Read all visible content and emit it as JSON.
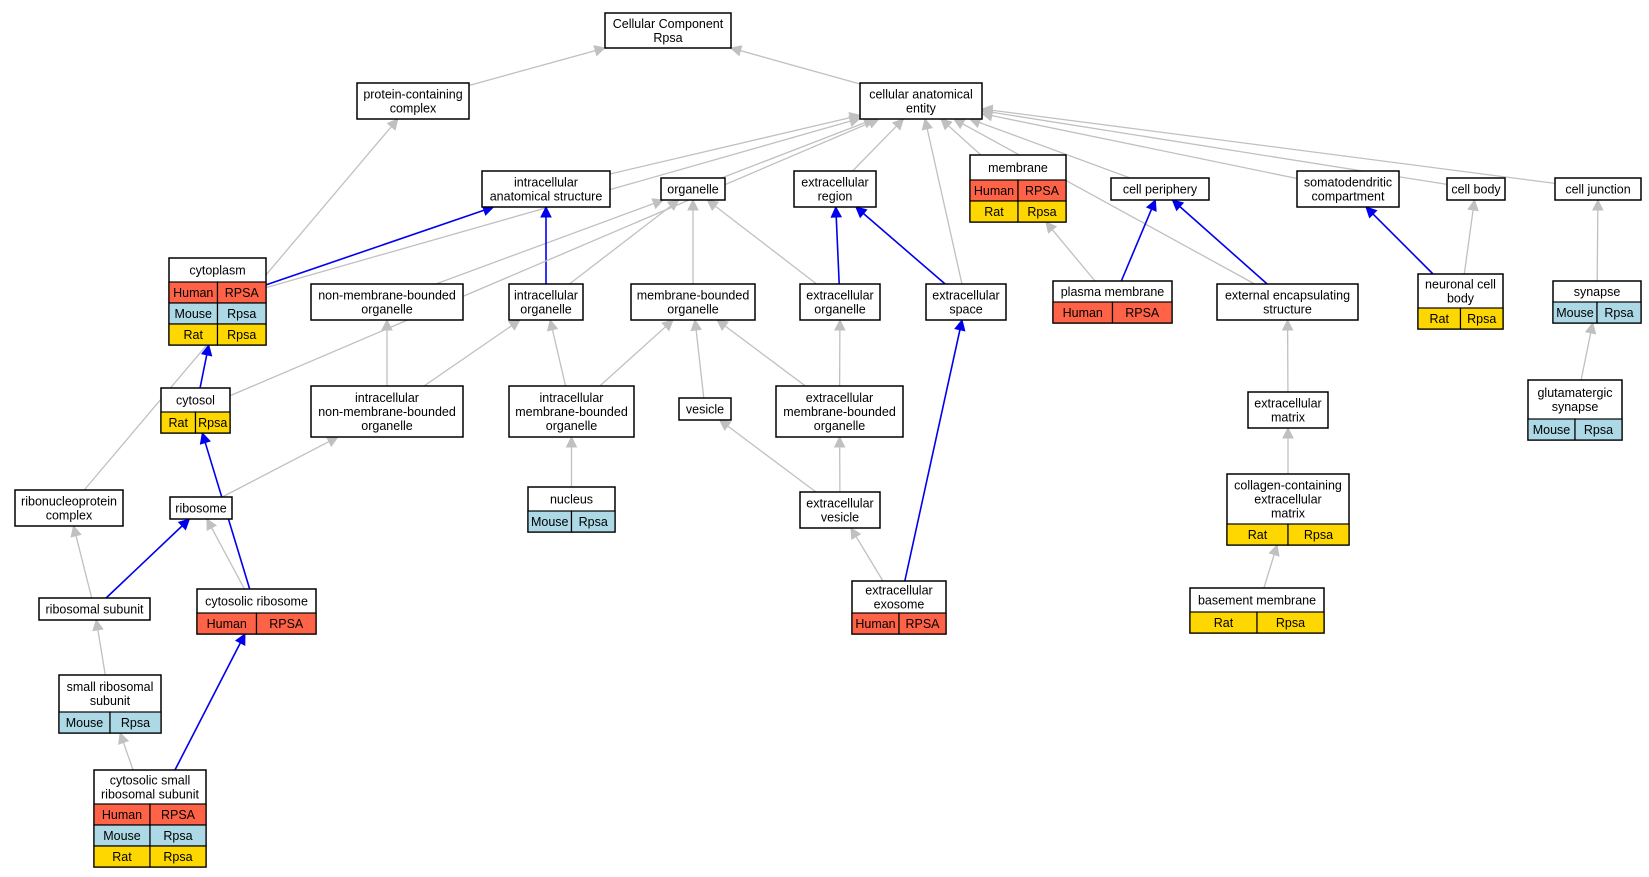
{
  "colors": {
    "Human": "#ff6347",
    "Mouse": "#add8e6",
    "Rat": "#ffd700",
    "gray_edge": "#c0c0c0",
    "blue_edge": "#0000ee"
  },
  "nodes": [
    {
      "id": "root",
      "lines": [
        "Cellular Component",
        "Rpsa"
      ]
    },
    {
      "id": "pcc",
      "lines": [
        "protein-containing",
        "complex"
      ]
    },
    {
      "id": "cae",
      "lines": [
        "cellular anatomical",
        "entity"
      ]
    },
    {
      "id": "ias",
      "lines": [
        "intracellular",
        "anatomical structure"
      ]
    },
    {
      "id": "org",
      "lines": [
        "organelle"
      ]
    },
    {
      "id": "exr",
      "lines": [
        "extracellular",
        "region"
      ]
    },
    {
      "id": "mem",
      "lines": [
        "membrane"
      ],
      "rows": [
        [
          "Human",
          "RPSA"
        ],
        [
          "Rat",
          "Rpsa"
        ]
      ]
    },
    {
      "id": "cper",
      "lines": [
        "cell periphery"
      ]
    },
    {
      "id": "somato",
      "lines": [
        "somatodendritic",
        "compartment"
      ]
    },
    {
      "id": "cbody",
      "lines": [
        "cell body"
      ]
    },
    {
      "id": "cjunc",
      "lines": [
        "cell junction"
      ]
    },
    {
      "id": "cyto",
      "lines": [
        "cytoplasm"
      ],
      "rows": [
        [
          "Human",
          "RPSA"
        ],
        [
          "Mouse",
          "Rpsa"
        ],
        [
          "Rat",
          "Rpsa"
        ]
      ]
    },
    {
      "id": "nmbo",
      "lines": [
        "non-membrane-bounded",
        "organelle"
      ]
    },
    {
      "id": "io",
      "lines": [
        "intracellular",
        "organelle"
      ]
    },
    {
      "id": "mbo",
      "lines": [
        "membrane-bounded",
        "organelle"
      ]
    },
    {
      "id": "exo",
      "lines": [
        "extracellular",
        "organelle"
      ]
    },
    {
      "id": "exsp",
      "lines": [
        "extracellular",
        "space"
      ]
    },
    {
      "id": "pm",
      "lines": [
        "plasma membrane"
      ],
      "rows": [
        [
          "Human",
          "RPSA"
        ]
      ]
    },
    {
      "id": "ees",
      "lines": [
        "external encapsulating",
        "structure"
      ]
    },
    {
      "id": "ncb",
      "lines": [
        "neuronal cell",
        "body"
      ],
      "rows": [
        [
          "Rat",
          "Rpsa"
        ]
      ]
    },
    {
      "id": "syn",
      "lines": [
        "synapse"
      ],
      "rows": [
        [
          "Mouse",
          "Rpsa"
        ]
      ]
    },
    {
      "id": "cytosol",
      "lines": [
        "cytosol"
      ],
      "rows": [
        [
          "Rat",
          "Rpsa"
        ]
      ]
    },
    {
      "id": "inmbo",
      "lines": [
        "intracellular",
        "non-membrane-bounded",
        "organelle"
      ]
    },
    {
      "id": "imbo",
      "lines": [
        "intracellular",
        "membrane-bounded",
        "organelle"
      ]
    },
    {
      "id": "ves",
      "lines": [
        "vesicle"
      ]
    },
    {
      "id": "embo",
      "lines": [
        "extracellular",
        "membrane-bounded",
        "organelle"
      ]
    },
    {
      "id": "exm",
      "lines": [
        "extracellular",
        "matrix"
      ]
    },
    {
      "id": "glut",
      "lines": [
        "glutamatergic",
        "synapse"
      ],
      "rows": [
        [
          "Mouse",
          "Rpsa"
        ]
      ]
    },
    {
      "id": "nuc",
      "lines": [
        "nucleus"
      ],
      "rows": [
        [
          "Mouse",
          "Rpsa"
        ]
      ]
    },
    {
      "id": "exv",
      "lines": [
        "extracellular",
        "vesicle"
      ]
    },
    {
      "id": "ccem",
      "lines": [
        "collagen-containing",
        "extracellular",
        "matrix"
      ],
      "rows": [
        [
          "Rat",
          "Rpsa"
        ]
      ]
    },
    {
      "id": "rnp",
      "lines": [
        "ribonucleoprotein",
        "complex"
      ]
    },
    {
      "id": "ribo",
      "lines": [
        "ribosome"
      ]
    },
    {
      "id": "crib",
      "lines": [
        "cytosolic ribosome"
      ],
      "rows": [
        [
          "Human",
          "RPSA"
        ]
      ]
    },
    {
      "id": "rsub",
      "lines": [
        "ribosomal subunit"
      ]
    },
    {
      "id": "exos",
      "lines": [
        "extracellular",
        "exosome"
      ],
      "rows": [
        [
          "Human",
          "RPSA"
        ]
      ]
    },
    {
      "id": "bmem",
      "lines": [
        "basement membrane"
      ],
      "rows": [
        [
          "Rat",
          "Rpsa"
        ]
      ]
    },
    {
      "id": "srs",
      "lines": [
        "small ribosomal",
        "subunit"
      ],
      "rows": [
        [
          "Mouse",
          "Rpsa"
        ]
      ]
    },
    {
      "id": "csrs",
      "lines": [
        "cytosolic small",
        "ribosomal subunit"
      ],
      "rows": [
        [
          "Human",
          "RPSA"
        ],
        [
          "Mouse",
          "Rpsa"
        ],
        [
          "Rat",
          "Rpsa"
        ]
      ]
    }
  ],
  "edges": [
    {
      "from": "pcc",
      "to": "root",
      "color": "gray"
    },
    {
      "from": "cae",
      "to": "root",
      "color": "gray"
    },
    {
      "from": "ias",
      "to": "cae",
      "color": "gray"
    },
    {
      "from": "org",
      "to": "cae",
      "color": "gray"
    },
    {
      "from": "exr",
      "to": "cae",
      "color": "gray"
    },
    {
      "from": "mem",
      "to": "cae",
      "color": "gray"
    },
    {
      "from": "cper",
      "to": "cae",
      "color": "gray"
    },
    {
      "from": "somato",
      "to": "cae",
      "color": "gray"
    },
    {
      "from": "cbody",
      "to": "cae",
      "color": "gray"
    },
    {
      "from": "cjunc",
      "to": "cae",
      "color": "gray"
    },
    {
      "from": "cyto",
      "to": "cae",
      "color": "gray"
    },
    {
      "from": "cyto",
      "to": "ias",
      "color": "blue"
    },
    {
      "from": "ees",
      "to": "cae",
      "color": "gray"
    },
    {
      "from": "exsp",
      "to": "cae",
      "color": "gray"
    },
    {
      "from": "nmbo",
      "to": "org",
      "color": "gray"
    },
    {
      "from": "io",
      "to": "ias",
      "color": "blue"
    },
    {
      "from": "io",
      "to": "org",
      "color": "gray"
    },
    {
      "from": "mbo",
      "to": "org",
      "color": "gray"
    },
    {
      "from": "exo",
      "to": "org",
      "color": "gray"
    },
    {
      "from": "exo",
      "to": "exr",
      "color": "blue"
    },
    {
      "from": "exsp",
      "to": "exr",
      "color": "blue"
    },
    {
      "from": "pm",
      "to": "mem",
      "color": "gray"
    },
    {
      "from": "pm",
      "to": "cper",
      "color": "blue"
    },
    {
      "from": "ees",
      "to": "cper",
      "color": "blue"
    },
    {
      "from": "ncb",
      "to": "somato",
      "color": "blue"
    },
    {
      "from": "ncb",
      "to": "cbody",
      "color": "gray"
    },
    {
      "from": "syn",
      "to": "cjunc",
      "color": "gray"
    },
    {
      "from": "cytosol",
      "to": "cyto",
      "color": "blue"
    },
    {
      "from": "cytosol",
      "to": "cae",
      "color": "gray"
    },
    {
      "from": "inmbo",
      "to": "nmbo",
      "color": "gray"
    },
    {
      "from": "inmbo",
      "to": "io",
      "color": "gray"
    },
    {
      "from": "imbo",
      "to": "io",
      "color": "gray"
    },
    {
      "from": "imbo",
      "to": "mbo",
      "color": "gray"
    },
    {
      "from": "ves",
      "to": "mbo",
      "color": "gray"
    },
    {
      "from": "embo",
      "to": "mbo",
      "color": "gray"
    },
    {
      "from": "embo",
      "to": "exo",
      "color": "gray"
    },
    {
      "from": "exm",
      "to": "ees",
      "color": "gray"
    },
    {
      "from": "glut",
      "to": "syn",
      "color": "gray"
    },
    {
      "from": "nuc",
      "to": "imbo",
      "color": "gray"
    },
    {
      "from": "exv",
      "to": "ves",
      "color": "gray"
    },
    {
      "from": "exv",
      "to": "embo",
      "color": "gray"
    },
    {
      "from": "ccem",
      "to": "exm",
      "color": "gray"
    },
    {
      "from": "rnp",
      "to": "pcc",
      "color": "gray"
    },
    {
      "from": "ribo",
      "to": "inmbo",
      "color": "gray"
    },
    {
      "from": "crib",
      "to": "ribo",
      "color": "gray"
    },
    {
      "from": "crib",
      "to": "cytosol",
      "color": "blue"
    },
    {
      "from": "rsub",
      "to": "rnp",
      "color": "gray"
    },
    {
      "from": "rsub",
      "to": "ribo",
      "color": "blue"
    },
    {
      "from": "exos",
      "to": "exv",
      "color": "gray"
    },
    {
      "from": "exos",
      "to": "exsp",
      "color": "blue"
    },
    {
      "from": "bmem",
      "to": "ccem",
      "color": "gray"
    },
    {
      "from": "srs",
      "to": "rsub",
      "color": "gray"
    },
    {
      "from": "csrs",
      "to": "srs",
      "color": "gray"
    },
    {
      "from": "csrs",
      "to": "crib",
      "color": "blue"
    }
  ]
}
